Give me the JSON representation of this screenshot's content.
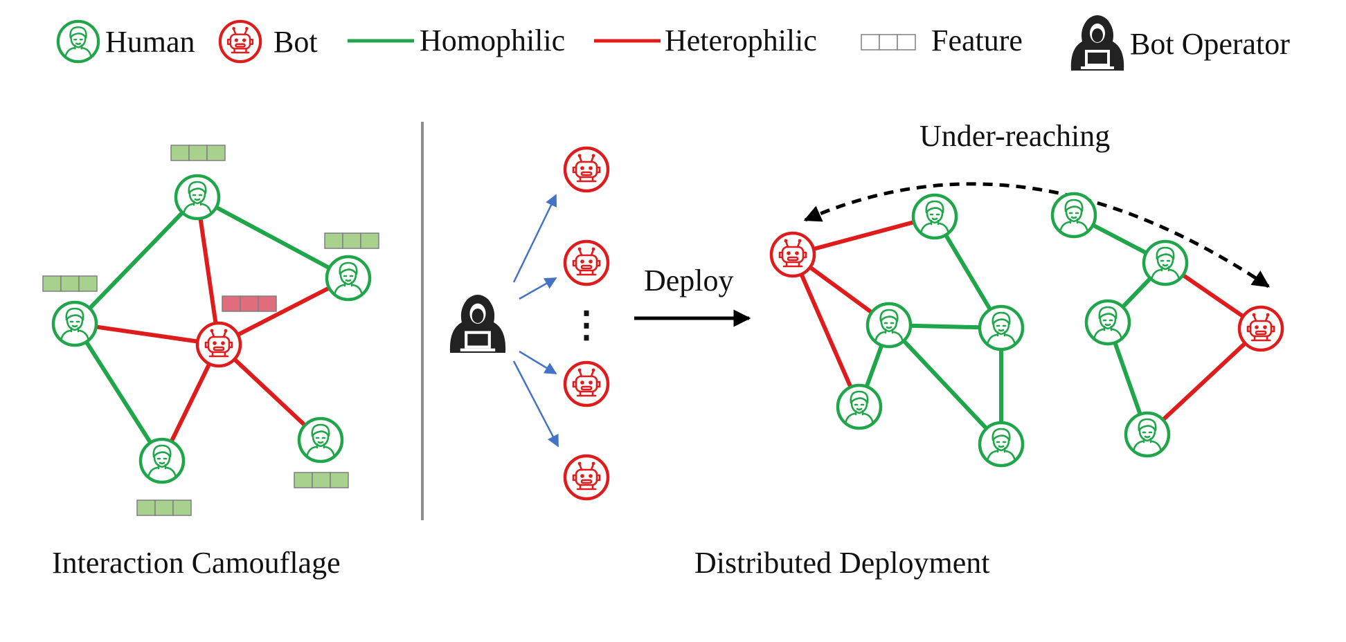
{
  "legend": {
    "human": "Human",
    "bot": "Bot",
    "homophilic": "Homophilic",
    "heterophilic": "Heterophilic",
    "feature": "Feature",
    "operator": "Bot Operator"
  },
  "panels": {
    "left_caption": "Interaction Camouflage",
    "right_caption": "Distributed Deployment",
    "deploy_label": "Deploy",
    "under_reaching_label": "Under-reaching",
    "ellipsis": "⋮"
  },
  "colors": {
    "human": "#1fa64a",
    "bot": "#e01b1b",
    "homophilic_edge": "#1fa64a",
    "heterophilic_edge": "#e01b1b",
    "feature_human": "#a9d18e",
    "feature_bot": "#e06c7c",
    "deploy_arrows": "#4472c4",
    "operator": "#222222"
  }
}
